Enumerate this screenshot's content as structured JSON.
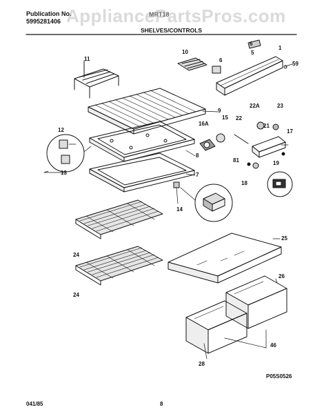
{
  "header": {
    "publication_label": "Publication No.",
    "publication_number": "5995281406",
    "model": "MRT18",
    "section_title": "SHELVES/CONTROLS"
  },
  "watermark": "AppliancePartsPros.com",
  "footer": {
    "date_code": "041/85",
    "page_number": "8",
    "diagram_code": "P05S0526"
  },
  "part_labels": {
    "p1": "1",
    "p5": "5",
    "p6a": "6",
    "p6b": "6",
    "p59": "59",
    "p10": "10",
    "p11": "11",
    "p9": "9",
    "p8": "8",
    "p7": "7",
    "p12": "12",
    "p13": "13",
    "p14": "14",
    "p15": "15",
    "p16a": "16A",
    "p22a": "22A",
    "p22": "22",
    "p23": "23",
    "p21": "21",
    "p17": "17",
    "p81": "81",
    "p18": "18",
    "p19": "19",
    "p24a": "24",
    "p24b": "24",
    "p25": "25",
    "p26": "26",
    "p28": "28",
    "p46": "46"
  }
}
